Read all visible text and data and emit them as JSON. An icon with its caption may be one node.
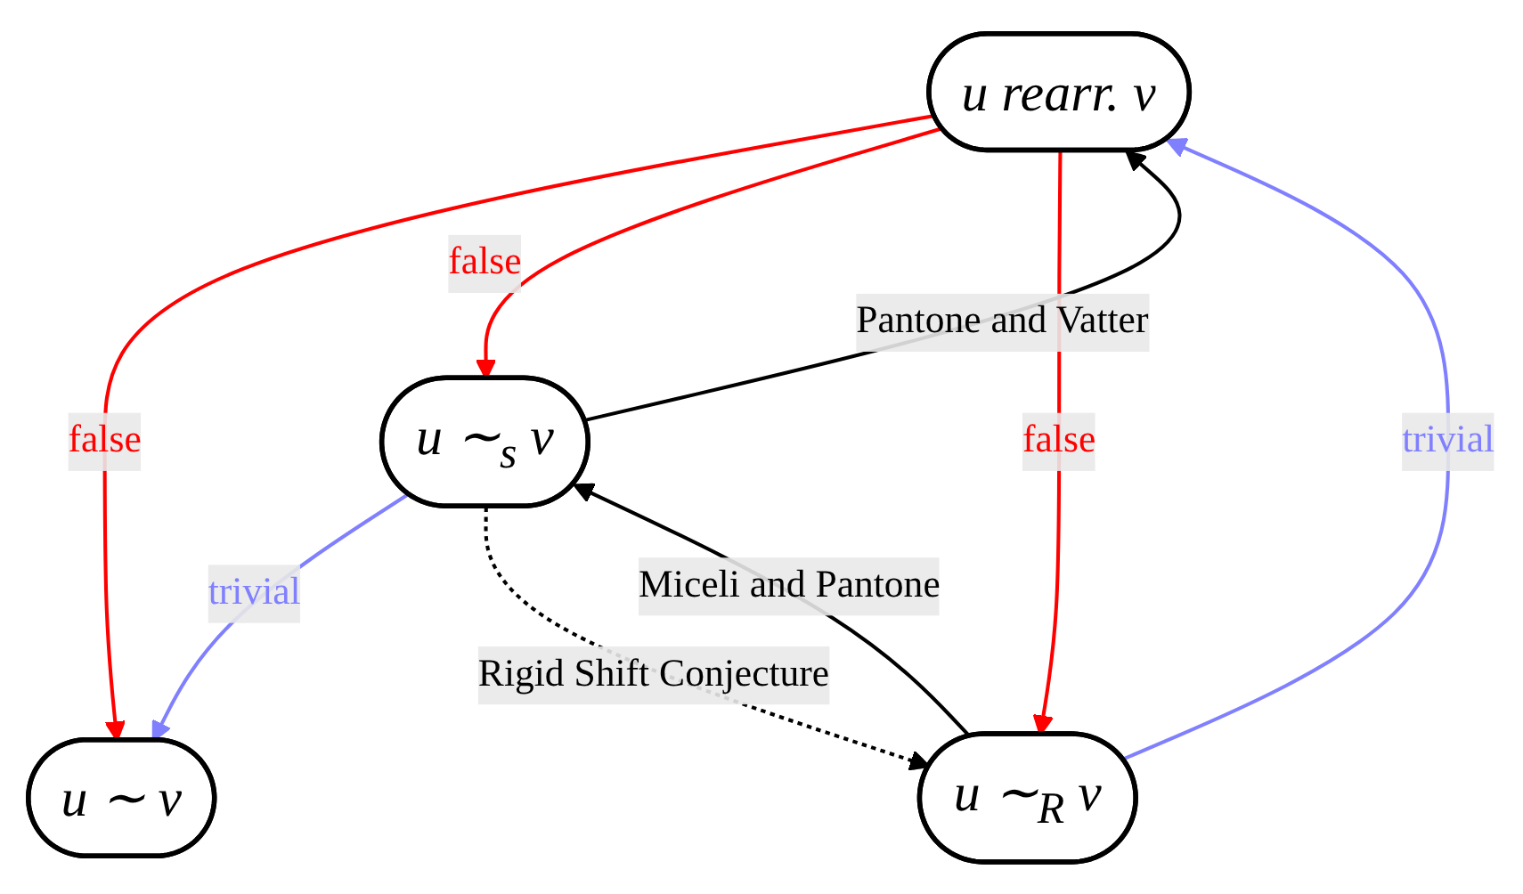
{
  "diagram": {
    "nodes": [
      {
        "text": [
          "u ∼ v"
        ]
      },
      {
        "text": [
          "u rearr. v"
        ]
      },
      {
        "text": [
          "u ∼$_{s}$ v"
        ]
      },
      {
        "text": [
          "u ∼$_{R}$ v"
        ]
      }
    ],
    "edges": [
      {
        "from": 1,
        "to": 0,
        "arrow": "to",
        "label": "false",
        "color": "#ff0000"
      },
      {
        "from": 1,
        "to": 2,
        "arrow": "to",
        "label": "false",
        "color": "#ff0000"
      },
      {
        "from": 1,
        "to": 3,
        "arrow": "to",
        "label": "false",
        "color": "#ff0000"
      },
      {
        "from": 2,
        "to": 0,
        "arrow": "to",
        "label": "trivial",
        "color": "#8080ff"
      },
      {
        "from": 3,
        "to": 1,
        "arrow": "to",
        "label": "trivial",
        "color": "#8080ff"
      },
      {
        "from": 2,
        "to": 1,
        "arrow": "to",
        "label": "Pantone and Vatter",
        "color": "#000000"
      },
      {
        "from": 2,
        "to": 3,
        "arrow": "to",
        "label": "Rigid Shift Conjecture",
        "style": "dashed",
        "color": "#000000"
      },
      {
        "from": 3,
        "to": 2,
        "arrow": "to",
        "label": "Miceli and Pantone",
        "color": "#000000"
      }
    ]
  }
}
